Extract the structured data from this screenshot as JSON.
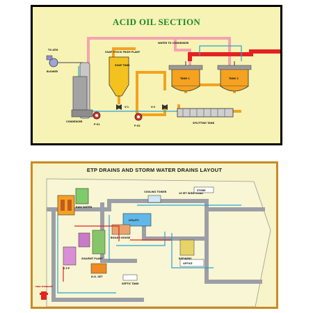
{
  "acid_section": {
    "title": "ACID OIL SECTION",
    "labels": {
      "to_atm": "TO ATM",
      "blower": "BLOWER",
      "condenser": "CONDENSER",
      "soap_stock_from_plant": "SOAP STOCK FROM PLANT",
      "soap_tank": "SOAP\nTANK",
      "water_to_condenser": "WATER TO CONDENSER",
      "tank1": "TANK 1",
      "tank2": "TANK 2",
      "splitting_tank": "SPLITTING TANK",
      "p1": "P-01",
      "p2": "P-02",
      "v1": "V-1",
      "v2": "V-2"
    }
  },
  "etp_section": {
    "title": "ETP DRAINS AND STORM WATER DRAINS LAYOUT",
    "labels": {
      "raw_water": "RAW WATER",
      "storm_tower": "COOLING TOWER",
      "utility": "UTILITY",
      "boiler_house": "BOILER HOUSE",
      "solvent_plant": "SOLVENT PLANT",
      "main_road": "10 MT WIDE ROAD",
      "fire_hydrant": "FIRE HYDRANT",
      "etp": "E.T.P",
      "septic_tank": "SEPTIC TANK",
      "store": "STORE",
      "refinery": "REFINERY",
      "office": "OFFICE",
      "dg_set": "D.G. SET"
    }
  },
  "colors": {
    "acid_bg": "#f7f3b4",
    "etp_bg": "#f6f4c8",
    "pipe_pink": "#f5a3b0",
    "pipe_orange": "#f4a21f",
    "pipe_red": "#e32222",
    "drain_blue": "#2aa3d6",
    "title_green": "#1d8a2a"
  }
}
